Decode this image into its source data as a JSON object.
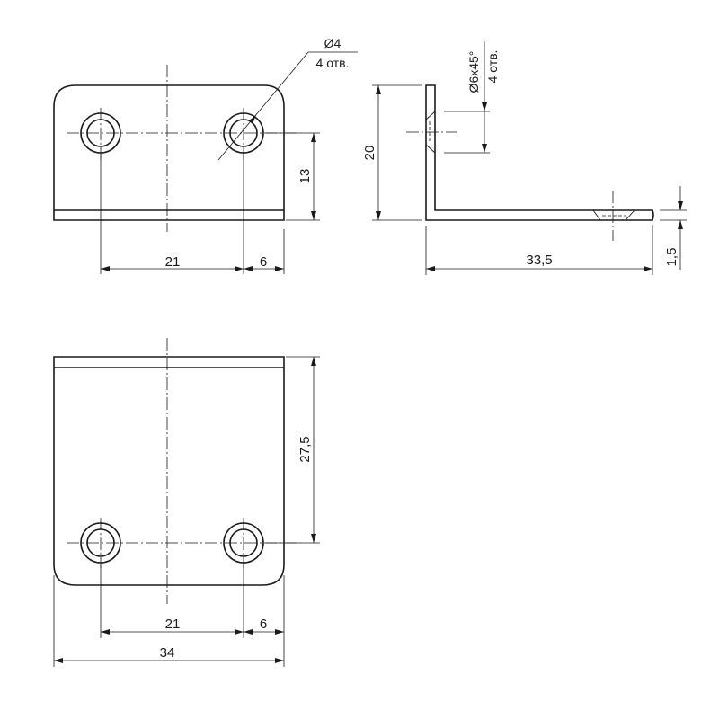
{
  "front_view": {
    "hole_diameter": "Ø4",
    "hole_count": "4 отв.",
    "dim_hole_spacing": "21",
    "dim_edge_offset": "6",
    "dim_hole_height": "13"
  },
  "side_view": {
    "countersink": "Ø6x45°",
    "countersink_count": "4 отв.",
    "dim_height": "20",
    "dim_length": "33,5",
    "dim_thickness": "1,5"
  },
  "top_view": {
    "dim_depth": "27,5",
    "dim_hole_spacing": "21",
    "dim_edge_offset": "6",
    "dim_width": "34"
  }
}
